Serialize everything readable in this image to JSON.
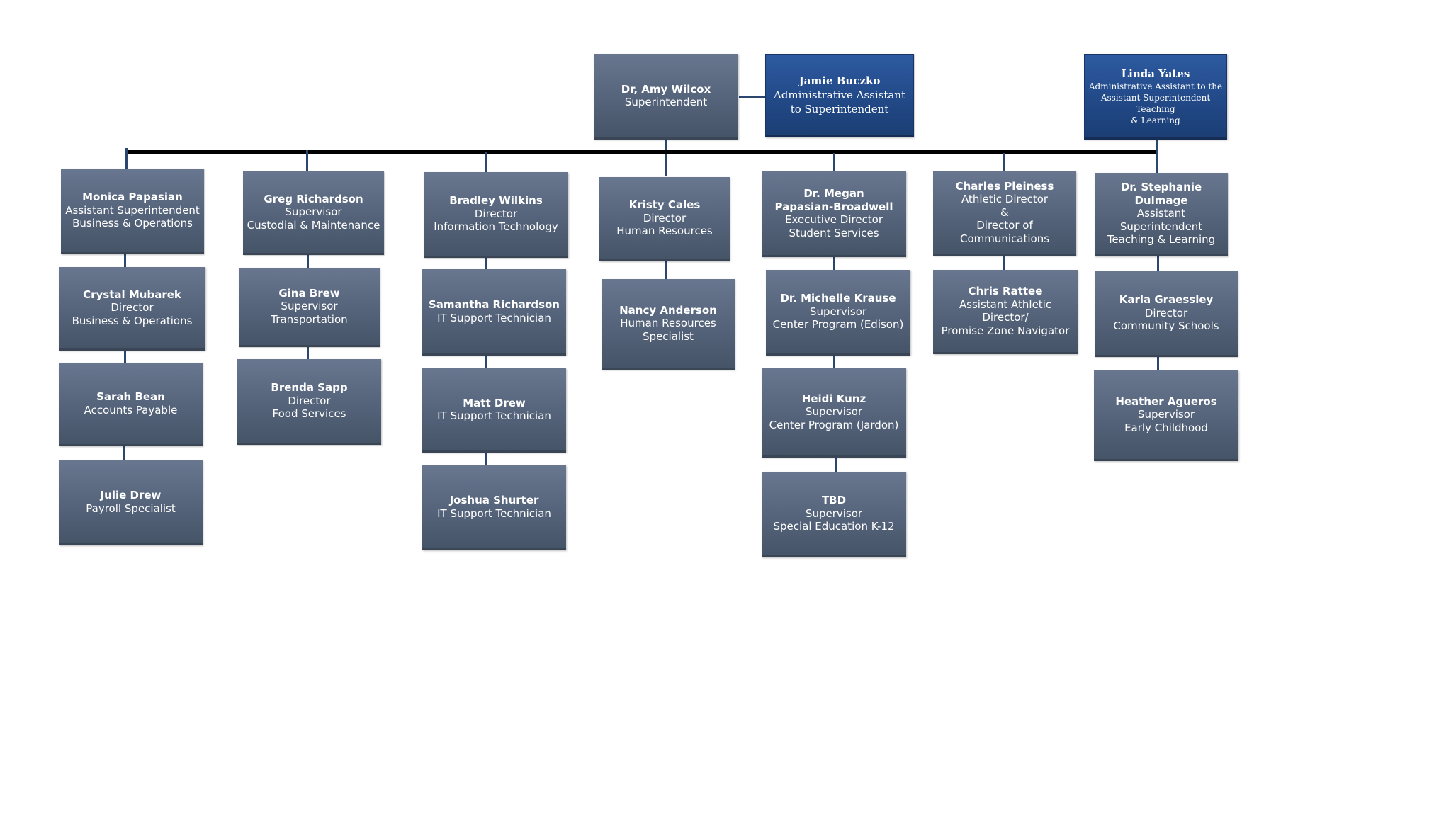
{
  "colors": {
    "box": "#56657c",
    "assistant_box": "#234b8a",
    "connector": "#2b4770",
    "main_bar": "#000000"
  },
  "superintendent": {
    "name": "Dr, Amy Wilcox",
    "title": "Superintendent"
  },
  "assistant_superintendent": {
    "name": "Jamie Buczko",
    "title_line1": "Administrative Assistant",
    "title_line2": "to Superintendent"
  },
  "assistant_tl": {
    "name": "Linda Yates",
    "title_line1": "Administrative Assistant to the",
    "title_line2": "Assistant Superintendent Teaching",
    "title_line3": "& Learning"
  },
  "col1": {
    "head": {
      "name": "Monica Papasian",
      "l1": "Assistant Superintendent",
      "l2": "Business & Operations"
    },
    "r1": {
      "name": "Crystal Mubarek",
      "l1": "Director",
      "l2": "Business & Operations"
    },
    "r2": {
      "name": "Sarah Bean",
      "l1": "Accounts Payable"
    },
    "r3": {
      "name": "Julie Drew",
      "l1": "Payroll Specialist"
    }
  },
  "col2": {
    "head": {
      "name": "Greg Richardson",
      "l1": "Supervisor",
      "l2": "Custodial & Maintenance"
    },
    "r1": {
      "name": "Gina Brew",
      "l1": "Supervisor",
      "l2": "Transportation"
    },
    "r2": {
      "name": "Brenda Sapp",
      "l1": "Director",
      "l2": "Food Services"
    }
  },
  "col3": {
    "head": {
      "name": "Bradley Wilkins",
      "l1": "Director",
      "l2": "Information Technology"
    },
    "r1": {
      "name": "Samantha Richardson",
      "l1": "IT Support Technician"
    },
    "r2": {
      "name": "Matt Drew",
      "l1": "IT Support Technician"
    },
    "r3": {
      "name": "Joshua Shurter",
      "l1": "IT Support Technician"
    }
  },
  "col4": {
    "head": {
      "name": "Kristy Cales",
      "l1": "Director",
      "l2": "Human Resources"
    },
    "r1": {
      "name": "Nancy Anderson",
      "l1": "Human Resources",
      "l2": "Specialist"
    }
  },
  "col5": {
    "head": {
      "name1": "Dr. Megan",
      "name2": "Papasian-Broadwell",
      "l1": "Executive Director",
      "l2": "Student Services"
    },
    "r1": {
      "name": "Dr. Michelle Krause",
      "l1": "Supervisor",
      "l2": "Center Program (Edison)"
    },
    "r2": {
      "name": "Heidi Kunz",
      "l1": "Supervisor",
      "l2": "Center Program (Jardon)"
    },
    "r3": {
      "name": "TBD",
      "l1": "Supervisor",
      "l2": "Special Education K-12"
    }
  },
  "col6": {
    "head": {
      "name": "Charles Pleiness",
      "l1": "Athletic Director",
      "l2": "&",
      "l3": "Director of Communications"
    },
    "r1": {
      "name": "Chris Rattee",
      "l1": "Assistant Athletic Director/",
      "l2": "Promise Zone Navigator"
    }
  },
  "col7": {
    "head": {
      "name": "Dr. Stephanie Dulmage",
      "l1": "Assistant Superintendent",
      "l2": "Teaching & Learning"
    },
    "r1": {
      "name": "Karla Graessley",
      "l1": "Director",
      "l2": "Community Schools"
    },
    "r2": {
      "name": "Heather Agueros",
      "l1": "Supervisor",
      "l2": "Early Childhood"
    }
  }
}
